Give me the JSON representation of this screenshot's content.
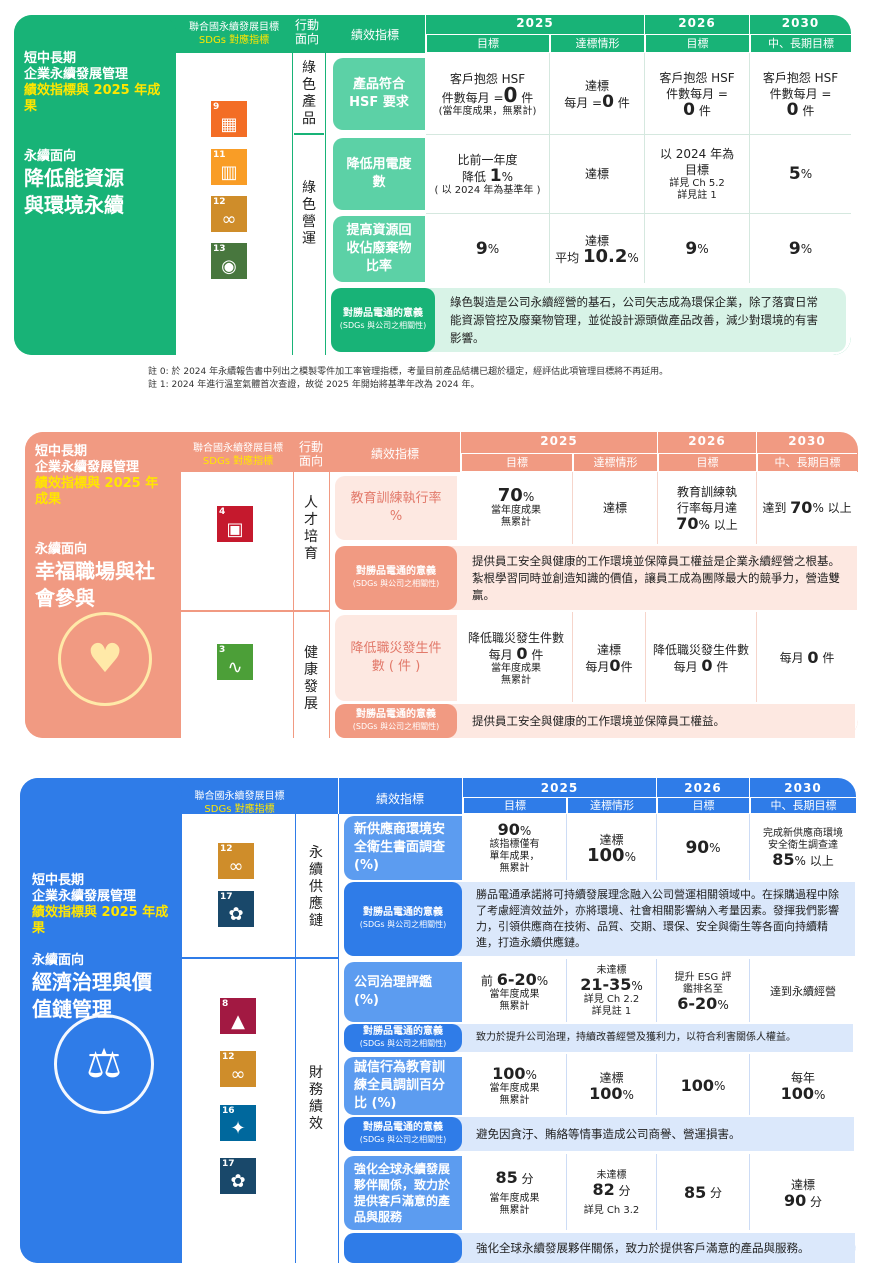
{
  "colors": {
    "green": "#18b377",
    "green_light": "#5cd1a6",
    "green_pale": "#d8f3e7",
    "salmon": "#f19a82",
    "salmon_light": "#f8c9bb",
    "salmon_pale": "#fde8e1",
    "blue": "#2f7ce8",
    "blue_light": "#5c9cf0",
    "blue_pale": "#dbe8fb"
  },
  "common": {
    "sdg_header_1": "聯合國永續發展目標",
    "sdg_header_2": "SDGs 對應指標",
    "action_header": "行動面向",
    "kpi_header": "績效指標",
    "y2025": "2025",
    "y2026": "2026",
    "y2030": "2030",
    "target": "目標",
    "status": "達標情形",
    "long_target": "中、長期目標",
    "meaning_1": "對勝品電通的意義",
    "meaning_2": "(SDGs 與公司之相關性)",
    "left_title_1": "短中長期",
    "left_title_2": "企業永續發展管理",
    "left_title_3": "績效指標與 2025 年成果",
    "facet": "永續面向"
  },
  "s1": {
    "big_title_1": "降低能資源",
    "big_title_2": "與環境永續",
    "sdgs": [
      {
        "n": "9",
        "color": "#f36d25",
        "icon": "cube-icon"
      },
      {
        "n": "11",
        "color": "#f99d26",
        "icon": "city-icon"
      },
      {
        "n": "12",
        "color": "#cf8d2a",
        "icon": "infinity-icon"
      },
      {
        "n": "13",
        "color": "#48773e",
        "icon": "eye-icon"
      }
    ],
    "action_1": "綠色產品",
    "action_2": "綠色營運",
    "rows": [
      {
        "kpi": "產品符合 HSF 要求",
        "t2025_a": "客戶抱怨 HSF",
        "t2025_b": "件數每月 =",
        "t2025_n": "0",
        "t2025_u": "件",
        "t2025_c": "(當年度成果，無累計)",
        "st_a": "達標",
        "st_b": "每月 =",
        "st_n": "0",
        "st_u": "件",
        "t2026_a": "客戶抱怨 HSF",
        "t2026_b": "件數每月 =",
        "t2026_n": "0",
        "t2026_u": "件",
        "t2030_a": "客戶抱怨 HSF",
        "t2030_b": "件數每月 =",
        "t2030_n": "0",
        "t2030_u": "件"
      },
      {
        "kpi": "降低用電度數",
        "t2025_a": "比前一年度",
        "t2025_b": "降低",
        "t2025_n": "1",
        "t2025_u": "%",
        "t2025_c": "( 以 2024 年為基準年 )",
        "st_a": "達標",
        "t2026_a": "以 2024 年為",
        "t2026_b": "目標",
        "t2026_c": "詳見 Ch 5.2",
        "t2026_d": "詳見註 1",
        "t2030_n": "5",
        "t2030_u": "%"
      },
      {
        "kpi": "提高資源回收佔廢棄物比率",
        "t2025_n": "9",
        "t2025_u": "%",
        "st_a": "達標",
        "st_b": "平均",
        "st_n": "10.2",
        "st_u": "%",
        "t2026_n": "9",
        "t2026_u": "%",
        "t2030_n": "9",
        "t2030_u": "%"
      }
    ],
    "meaning": "綠色製造是公司永續經營的基石，公司矢志成為環保企業，除了落實日常能資源管控及廢棄物管理，並從設計源頭做產品改善，減少對環境的有害影響。",
    "note0": "註 0: 於 2024 年永續報告書中列出之模製零件加工率管理指標，考量目前產品結構已趨於穩定，經評估此項管理目標將不再延用。",
    "note1": "註 1: 2024 年進行溫室氣體首次查證，故從 2025 年開始將基準年改為 2024 年。"
  },
  "s2": {
    "big_title_1": "幸福職場與社",
    "big_title_2": "會參與",
    "emblem": "people-hug-icon",
    "sdgs": [
      {
        "n": "4",
        "color": "#c5192d",
        "icon": "book-icon"
      },
      {
        "n": "3",
        "color": "#4c9f38",
        "icon": "heartbeat-icon"
      }
    ],
    "action_1": "人才培育",
    "action_2": "健康發展",
    "rows": [
      {
        "kpi": "教育訓練執行率 %",
        "t2025_n": "70",
        "t2025_u": "%",
        "t2025_c": "當年度成果",
        "t2025_d": "無累計",
        "st_a": "達標",
        "t2026_a": "教育訓練執",
        "t2026_b": "行率每月達",
        "t2026_n": "70",
        "t2026_u": "% 以上",
        "t2030_a": "達到",
        "t2030_n": "70",
        "t2030_u": "% 以上",
        "meaning": "提供員工安全與健康的工作環境並保障員工權益是企業永續經營之根基。紮根學習同時並創造知識的價值，讓員工成為團隊最大的競爭力，營造雙贏。"
      },
      {
        "kpi": "降低職災發生件數 ( 件 )",
        "t2025_a": "降低職災發生件數",
        "t2025_b": "每月",
        "t2025_n": "0",
        "t2025_u": "件",
        "t2025_c": "當年度成果",
        "t2025_d": "無累計",
        "st_a": "達標",
        "st_b": "每月",
        "st_n": "0",
        "st_u": "件",
        "t2026_a": "降低職災發生件數",
        "t2026_b": "每月",
        "t2026_n": "0",
        "t2026_u": "件",
        "t2030_a": "每月",
        "t2030_n": "0",
        "t2030_u": "件",
        "meaning": "提供員工安全與健康的工作環境並保障員工權益。"
      }
    ]
  },
  "s3": {
    "big_title_1": "經濟治理與價",
    "big_title_2": "值鏈管理",
    "emblem": "balance-scale-icon",
    "sdgs_a": [
      {
        "n": "12",
        "color": "#cf8d2a",
        "icon": "infinity-icon"
      },
      {
        "n": "17",
        "color": "#19486a",
        "icon": "flower-icon"
      }
    ],
    "sdgs_b": [
      {
        "n": "8",
        "color": "#a21942",
        "icon": "chart-icon"
      },
      {
        "n": "12",
        "color": "#cf8d2a",
        "icon": "infinity-icon"
      },
      {
        "n": "16",
        "color": "#00689d",
        "icon": "dove-icon"
      },
      {
        "n": "17",
        "color": "#19486a",
        "icon": "flower-icon"
      }
    ],
    "action_1": "永續供應鏈",
    "action_2": "財務績效",
    "rows": [
      {
        "kpi": "新供應商環境安全衛生書面調查 (%)",
        "t2025_n": "90",
        "t2025_u": "%",
        "t2025_a": "該指標僅有",
        "t2025_b": "單年成果，",
        "t2025_c": "無累計",
        "st_a": "達標",
        "st_n": "100",
        "st_u": "%",
        "t2026_n": "90",
        "t2026_u": "%",
        "t2030_a": "完成新供應商環境",
        "t2030_b": "安全衛生調查達",
        "t2030_n": "85",
        "t2030_u": "% 以上",
        "meaning": "勝品電通承諾將可持續發展理念融入公司營運相關領域中。在採購過程中除了考慮經濟效益外，亦將環境、社會相關影響納入考量因素。發揮我們影響力，引領供應商在技術、品質、交期、環保、安全與衛生等各面向持續精進，打造永續供應鏈。"
      },
      {
        "kpi": "公司治理評鑑 (%)",
        "t2025_a": "前",
        "t2025_n": "6-20",
        "t2025_u": "%",
        "t2025_c": "當年度成果",
        "t2025_d": "無累計",
        "st_a": "未達標",
        "st_n": "21-35",
        "st_u": "%",
        "st_c": "詳見 Ch 2.2",
        "st_d": "詳見註 1",
        "t2026_a": "提升 ESG 評",
        "t2026_b": "鑑排名至",
        "t2026_n": "6-20",
        "t2026_u": "%",
        "t2030_a": "達到永續經營",
        "meaning": "致力於提升公司治理，持續改善經營及獲利力，以符合利害關係人權益。"
      },
      {
        "kpi": "誠信行為教育訓練全員調訓百分比 (%)",
        "t2025_n": "100",
        "t2025_u": "%",
        "t2025_c": "當年度成果",
        "t2025_d": "無累計",
        "st_a": "達標",
        "st_n": "100",
        "st_u": "%",
        "t2026_n": "100",
        "t2026_u": "%",
        "t2030_a": "每年",
        "t2030_n": "100",
        "t2030_u": "%",
        "meaning": "避免因貪汙、賄絡等情事造成公司商譽、營運損害。"
      },
      {
        "kpi": "強化全球永續發展夥伴關係，致力於提供客戶滿意的產品與服務",
        "t2025_n": "85",
        "t2025_u": "分",
        "t2025_c": "當年度成果",
        "t2025_d": "無累計",
        "st_a": "未達標",
        "st_n": "82",
        "st_u": "分",
        "st_c": "詳見 Ch 3.2",
        "t2026_n": "85",
        "t2026_u": "分",
        "t2030_a": "達標",
        "t2030_n": "90",
        "t2030_u": "分",
        "meaning": "強化全球永續發展夥伴關係，致力於提供客戶滿意的產品與服務。"
      }
    ]
  }
}
